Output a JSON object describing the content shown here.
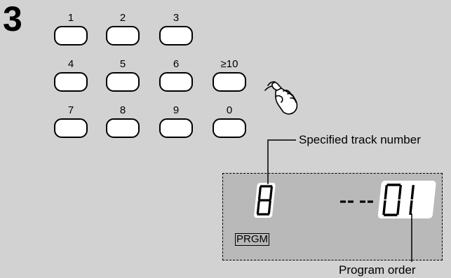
{
  "step": "3",
  "keypad": {
    "keys": [
      {
        "label": "1"
      },
      {
        "label": "2"
      },
      {
        "label": "3"
      },
      {
        "label": "4"
      },
      {
        "label": "5"
      },
      {
        "label": "6"
      },
      {
        "label": "≥10"
      },
      {
        "label": "7"
      },
      {
        "label": "8"
      },
      {
        "label": "9"
      },
      {
        "label": "0"
      }
    ]
  },
  "icons": {
    "hand": "pointing-hand-icon"
  },
  "display": {
    "track_digit": "8",
    "dashes": "-- --",
    "program_order_digits": "01",
    "indicator": "PRGM"
  },
  "callouts": {
    "specified_track_number": "Specified track number",
    "program_order": "Program order"
  }
}
